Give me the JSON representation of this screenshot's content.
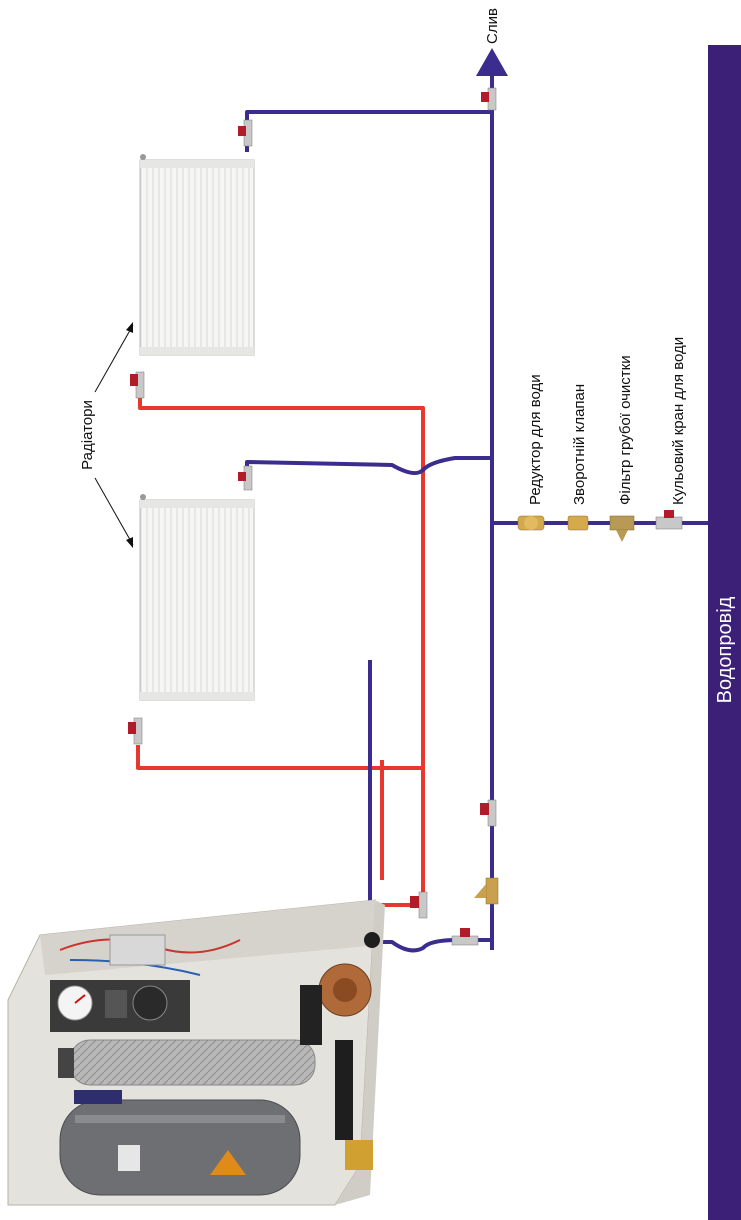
{
  "labels": {
    "drain": "Слив",
    "radiators": "Радіатори",
    "reducer": "Редуктор для води",
    "check_valve": "Зворотній  клапан",
    "coarse_filter": "Фільтр грубої очистки",
    "ball_valve": "Кульовий кран для води",
    "water_main": "Водопровід"
  },
  "colors": {
    "hot_pipe": "#e8372e",
    "cold_pipe": "#3b2c8f",
    "main_pipe": "#3c1f77",
    "radiator": "#f4f4f2",
    "valve_handle": "#b01c2a",
    "brass": "#c9a04e",
    "boiler_body": "#e9e7e2"
  }
}
